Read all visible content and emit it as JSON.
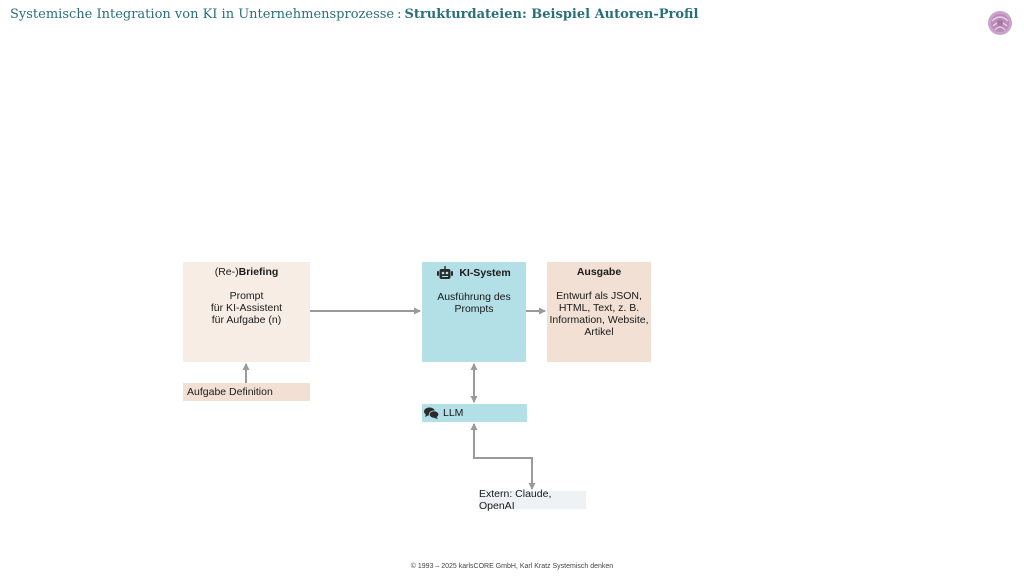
{
  "header": {
    "title": "Systemische Integration von KI in Unternehmensprozesse",
    "separator": ":",
    "subtitle": "Strukturdateien: Beispiel Autoren-Profil"
  },
  "diagram": {
    "briefing": {
      "title_prefix": "(Re-)",
      "title_bold": "Briefing",
      "lines": [
        "Prompt",
        "für KI-Assistent",
        "für Aufgabe (n)"
      ]
    },
    "ki_system": {
      "icon": "robot-icon",
      "title": "KI-System",
      "lines": [
        "Ausführung des",
        "Prompts"
      ]
    },
    "ausgabe": {
      "title": "Ausgabe",
      "lines": [
        "Entwurf als JSON,",
        "HTML, Text, z. B.",
        "Information, Website,",
        "Artikel"
      ]
    },
    "aufgabe_definition": {
      "label": "Aufgabe Definition"
    },
    "llm": {
      "icon": "chat-bubbles-icon",
      "label": "LLM"
    },
    "extern": {
      "label": "Extern: Claude, OpenAI"
    },
    "colors": {
      "briefing_bg": "#f7ede5",
      "ki_bg": "#b3dfe6",
      "ausgabe_bg": "#f1e0d3",
      "arrow": "#9a9a9a",
      "title_color": "#2a6f7a"
    }
  },
  "footer": {
    "text": "© 1993 – 2025 karlsCORE GmbH, Karl Kratz Systemisch denken"
  }
}
